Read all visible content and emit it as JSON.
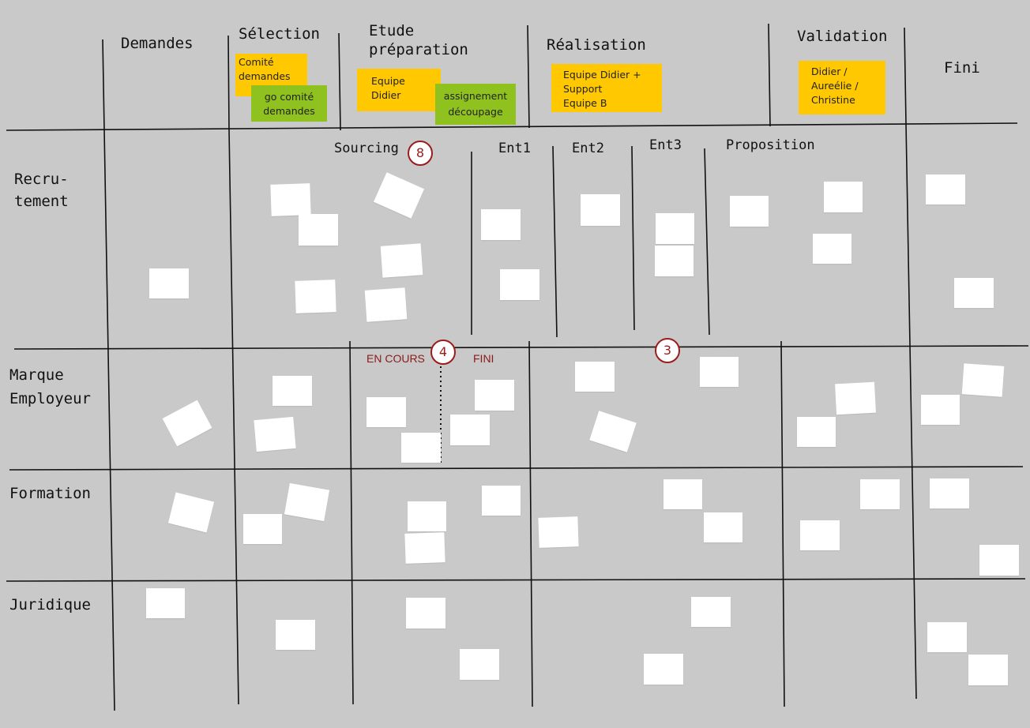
{
  "columns": {
    "demandes": "Demandes",
    "selection": "Sélection",
    "etude": "Etude\npréparation",
    "realisation": "Réalisation",
    "validation": "Validation",
    "fini": "Fini"
  },
  "rows": {
    "recrutement": "Recru-\ntement",
    "marque": "Marque\nEmployeur",
    "formation": "Formation",
    "juridique": "Juridique"
  },
  "stickies": {
    "comite": "Comité\ndemandes",
    "go_comite": "go comité\ndemandes",
    "equipe_didier": "Equipe\nDidier",
    "assignement": "assignement\ndécoupage",
    "equipe_didier_support": "Equipe Didier +\nSupport\nEquipe B",
    "validators": "Didier /\nAureélie /\nChristine"
  },
  "sub_columns": {
    "sourcing": "Sourcing",
    "ent1": "Ent1",
    "ent2": "Ent2",
    "ent3": "Ent3",
    "proposition": "Proposition"
  },
  "limits": {
    "sourcing": "8",
    "en_cours_limit": "4",
    "realisation_limit": "3"
  },
  "status": {
    "en_cours": "EN COURS",
    "fini": "FINI"
  },
  "colors": {
    "background": "#c9c9c9",
    "sticky_yellow": "#ffc800",
    "sticky_green": "#8fc21f",
    "wip_red": "#9a1c1c"
  }
}
